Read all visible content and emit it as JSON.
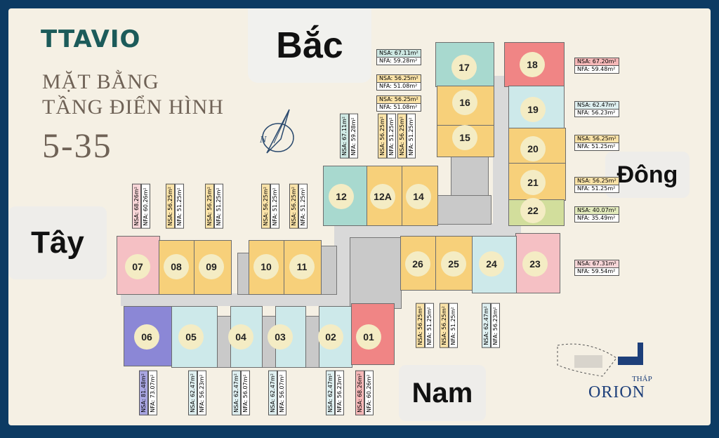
{
  "brand": {
    "logo": "TTAVIO"
  },
  "title": {
    "line1": "MẶT BẰNG",
    "line2": "TẦNG ĐIỂN HÌNH",
    "floors": "5-35"
  },
  "directions": {
    "north": "Bắc",
    "east": "Đông",
    "west": "Tây",
    "south": "Nam"
  },
  "compass": {
    "letter": "N"
  },
  "tower": {
    "prefix": "THÁP",
    "name": "ORION"
  },
  "colors": {
    "teal": "#a8d9cf",
    "yellow": "#f7d07a",
    "red": "#f08585",
    "purple": "#8b87d6",
    "lightblue": "#cde9ea",
    "olive": "#d2de9c",
    "pink": "#f5c0c4",
    "frame": "#0d3b63"
  },
  "units": [
    {
      "id": "17",
      "nsa": "NSA: 67.11m²",
      "nfa": "NFA: 59.28m²"
    },
    {
      "id": "18",
      "nsa": "NSA: 67.20m²",
      "nfa": "NFA: 59.48m²"
    },
    {
      "id": "16",
      "nsa": "NSA: 56.25m²",
      "nfa": "NFA: 51.08m²"
    },
    {
      "id": "15",
      "nsa": "NSA: 56.25m²",
      "nfa": "NFA: 51.08m²"
    },
    {
      "id": "19",
      "nsa": "NSA: 62.47m²",
      "nfa": "NFA: 56.23m²"
    },
    {
      "id": "20",
      "nsa": "NSA: 56.25m²",
      "nfa": "NFA: 51.25m²"
    },
    {
      "id": "21",
      "nsa": "NSA: 56.25m²",
      "nfa": "NFA: 51.25m²"
    },
    {
      "id": "22",
      "nsa": "NSA: 40.07m²",
      "nfa": "NFA: 35.49m²"
    },
    {
      "id": "23",
      "nsa": "NSA: 67.31m²",
      "nfa": "NFA: 59.54m²"
    },
    {
      "id": "12",
      "nsa": "NSA: 67.11m²",
      "nfa": "NFA: 59.28m²"
    },
    {
      "id": "12A",
      "nsa": "NSA: 56.25m²",
      "nfa": "NFA: 51.25m²"
    },
    {
      "id": "14",
      "nsa": "NSA: 56.25m²",
      "nfa": "NFA: 51.25m²"
    },
    {
      "id": "07",
      "nsa": "NSA: 68.26m²",
      "nfa": "NFA: 60.26m²"
    },
    {
      "id": "08",
      "nsa": "NSA: 56.25m²",
      "nfa": "NFA: 51.25m²"
    },
    {
      "id": "09",
      "nsa": "NSA: 56.25m²",
      "nfa": "NFA: 51.25m²"
    },
    {
      "id": "10",
      "nsa": "NSA: 56.25m²",
      "nfa": "NFA: 51.25m²"
    },
    {
      "id": "11",
      "nsa": "NSA: 56.25m²",
      "nfa": "NFA: 51.25m²"
    },
    {
      "id": "26",
      "nsa": "NSA: 56.25m²",
      "nfa": "NFA: 51.25m²"
    },
    {
      "id": "25",
      "nsa": "NSA: 56.25m²",
      "nfa": "NFA: 51.25m²"
    },
    {
      "id": "24",
      "nsa": "NSA: 62.47m²",
      "nfa": "NFA: 56.23m²"
    },
    {
      "id": "06",
      "nsa": "NSA: 81.48m²",
      "nfa": "NFA: 73.07m²"
    },
    {
      "id": "05",
      "nsa": "NSA: 62.47m²",
      "nfa": "NFA: 56.23m²"
    },
    {
      "id": "04",
      "nsa": "NSA: 62.47m²",
      "nfa": "NFA: 56.07m²"
    },
    {
      "id": "03",
      "nsa": "NSA: 62.47m²",
      "nfa": "NFA: 56.07m²"
    },
    {
      "id": "02",
      "nsa": "NSA: 62.47m²",
      "nfa": "NFA: 56.23m²"
    },
    {
      "id": "01",
      "nsa": "NSA: 68.26m²",
      "nfa": "NFA: 60.26m²"
    }
  ]
}
